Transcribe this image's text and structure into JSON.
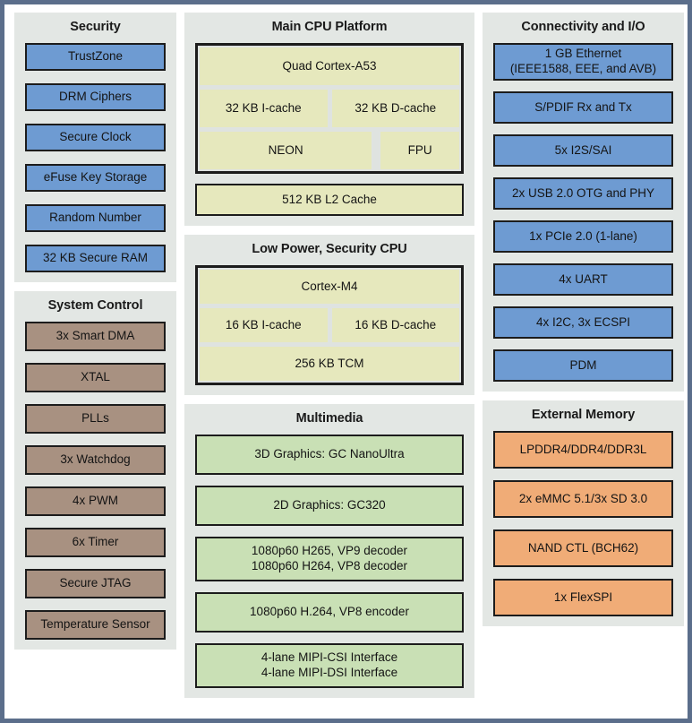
{
  "diagram": {
    "frame_color": "#5b6e8b",
    "panel_background": "#e3e7e4",
    "page_background": "#ffffff"
  },
  "palette": {
    "blue": "#6e9bd2",
    "brown": "#a89181",
    "yellow": "#e6e8bd",
    "green": "#c9e0b5",
    "orange": "#f0ac77"
  },
  "columns": {
    "left": {
      "security": {
        "title": "Security",
        "color": "#6e9bd2",
        "items": [
          {
            "label": "TrustZone"
          },
          {
            "label": "DRM Ciphers"
          },
          {
            "label": "Secure Clock"
          },
          {
            "label": "eFuse Key Storage"
          },
          {
            "label": "Random Number"
          },
          {
            "label": "32 KB Secure RAM"
          }
        ]
      },
      "system_control": {
        "title": "System Control",
        "color": "#a89181",
        "items": [
          {
            "label": "3x Smart DMA"
          },
          {
            "label": "XTAL"
          },
          {
            "label": "PLLs"
          },
          {
            "label": "3x Watchdog"
          },
          {
            "label": "4x PWM"
          },
          {
            "label": "6x Timer"
          },
          {
            "label": "Secure JTAG"
          },
          {
            "label": "Temperature Sensor"
          }
        ]
      }
    },
    "middle": {
      "main_cpu": {
        "title": "Main CPU Platform",
        "color": "#e6e8bd",
        "core": "Quad Cortex-A53",
        "icache": "32 KB I-cache",
        "dcache": "32 KB D-cache",
        "neon": "NEON",
        "fpu": "FPU",
        "l2_cache": "512 KB L2 Cache"
      },
      "low_power_cpu": {
        "title": "Low Power, Security CPU",
        "color": "#e6e8bd",
        "core": "Cortex-M4",
        "icache": "16 KB I-cache",
        "dcache": "16 KB D-cache",
        "tcm": "256 KB TCM"
      },
      "multimedia": {
        "title": "Multimedia",
        "color": "#c9e0b5",
        "items": [
          {
            "line1": "3D Graphics: GC NanoUltra",
            "line2": ""
          },
          {
            "line1": "2D Graphics: GC320",
            "line2": ""
          },
          {
            "line1": "1080p60 H265, VP9 decoder",
            "line2": "1080p60 H264, VP8 decoder"
          },
          {
            "line1": "1080p60 H.264, VP8 encoder",
            "line2": ""
          },
          {
            "line1": "4-lane MIPI-CSI Interface",
            "line2": "4-lane MIPI-DSI Interface"
          }
        ]
      }
    },
    "right": {
      "connectivity": {
        "title": "Connectivity and I/O",
        "color": "#6e9bd2",
        "items": [
          {
            "line1": "1 GB Ethernet",
            "line2": "(IEEE1588, EEE, and AVB)"
          },
          {
            "line1": "S/PDIF Rx and Tx",
            "line2": ""
          },
          {
            "line1": "5x I2S/SAI",
            "line2": ""
          },
          {
            "line1": "2x USB 2.0 OTG and PHY",
            "line2": ""
          },
          {
            "line1": "1x PCIe 2.0 (1-lane)",
            "line2": ""
          },
          {
            "line1": "4x UART",
            "line2": ""
          },
          {
            "line1": "4x I2C, 3x ECSPI",
            "line2": ""
          },
          {
            "line1": "PDM",
            "line2": ""
          }
        ]
      },
      "external_memory": {
        "title": "External Memory",
        "color": "#f0ac77",
        "items": [
          {
            "label": "LPDDR4/DDR4/DDR3L"
          },
          {
            "label": "2x eMMC 5.1/3x SD 3.0"
          },
          {
            "label": "NAND CTL (BCH62)"
          },
          {
            "label": "1x FlexSPI"
          }
        ]
      }
    }
  }
}
